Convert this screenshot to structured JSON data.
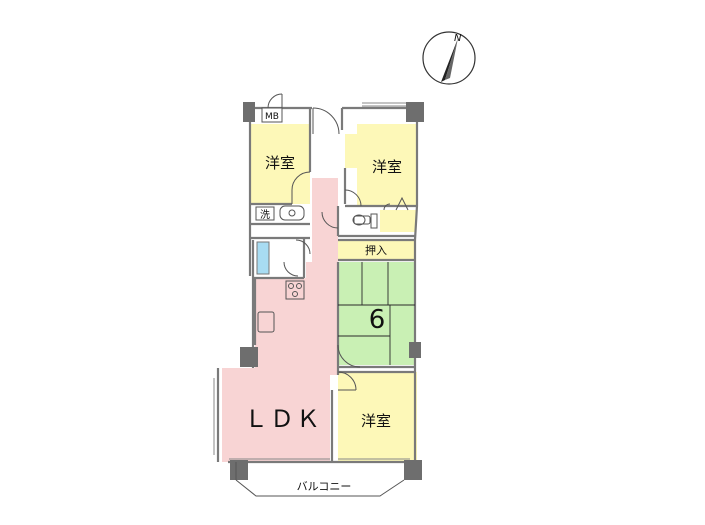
{
  "compass": {
    "north_label": "N",
    "icon": "north-arrow-icon"
  },
  "rooms": {
    "western_room_northwest": "洋室",
    "western_room_northeast": "洋室",
    "washroom": "洗",
    "meter_box": "MB",
    "closet": "押入",
    "japanese_room_size": "6",
    "ldk": "ＬＤＫ",
    "western_room_south": "洋室",
    "balcony": "バルコニー"
  },
  "colors": {
    "western_room": "#fdf8b8",
    "japanese_room": "#c9f0b4",
    "ldk": "#f8d4d4",
    "bath": "#a8dcf2",
    "wall": "#7a7a7a",
    "column": "#6e6e6e"
  }
}
